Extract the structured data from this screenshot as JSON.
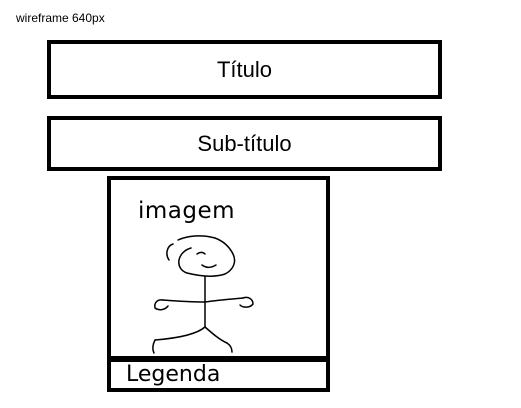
{
  "header": {
    "wireframe_label": "wireframe 640px"
  },
  "layout_blocks": {
    "title_text": "Título",
    "subtitle_text": "Sub-título"
  },
  "image_block": {
    "image_label": "imagem",
    "illustration": "stick-figure-sketch",
    "caption_text": "Legenda"
  }
}
